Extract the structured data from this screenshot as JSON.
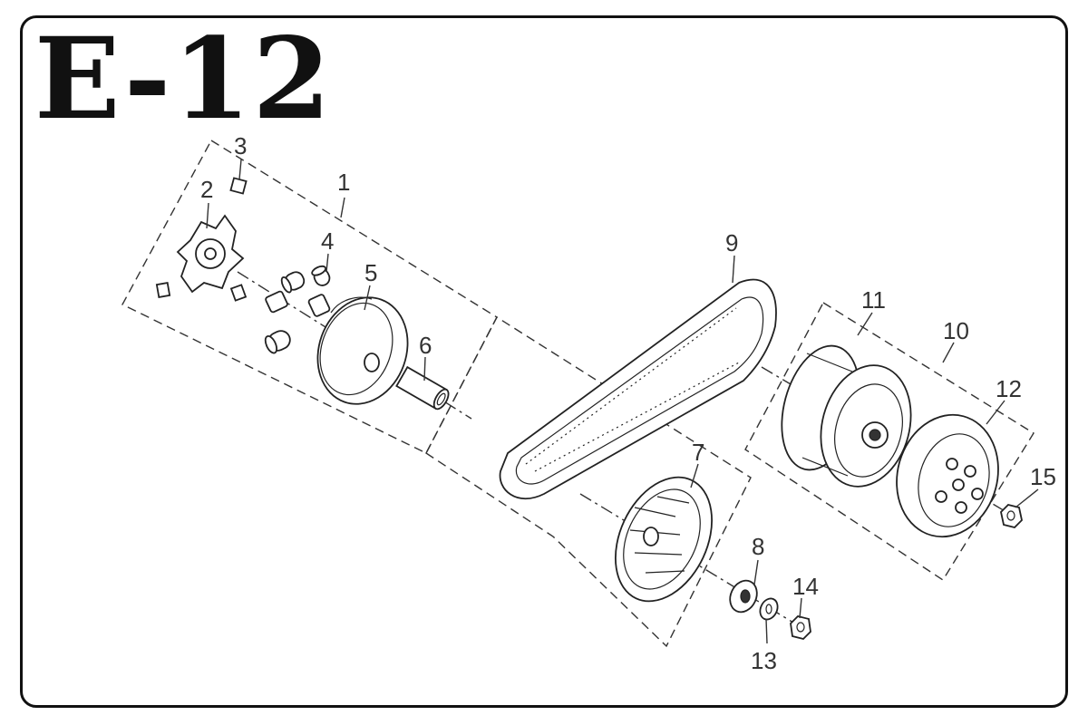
{
  "diagram": {
    "title": "E-12",
    "callouts": [
      "1",
      "2",
      "3",
      "4",
      "5",
      "6",
      "7",
      "8",
      "9",
      "10",
      "11",
      "12",
      "13",
      "14",
      "15"
    ]
  }
}
